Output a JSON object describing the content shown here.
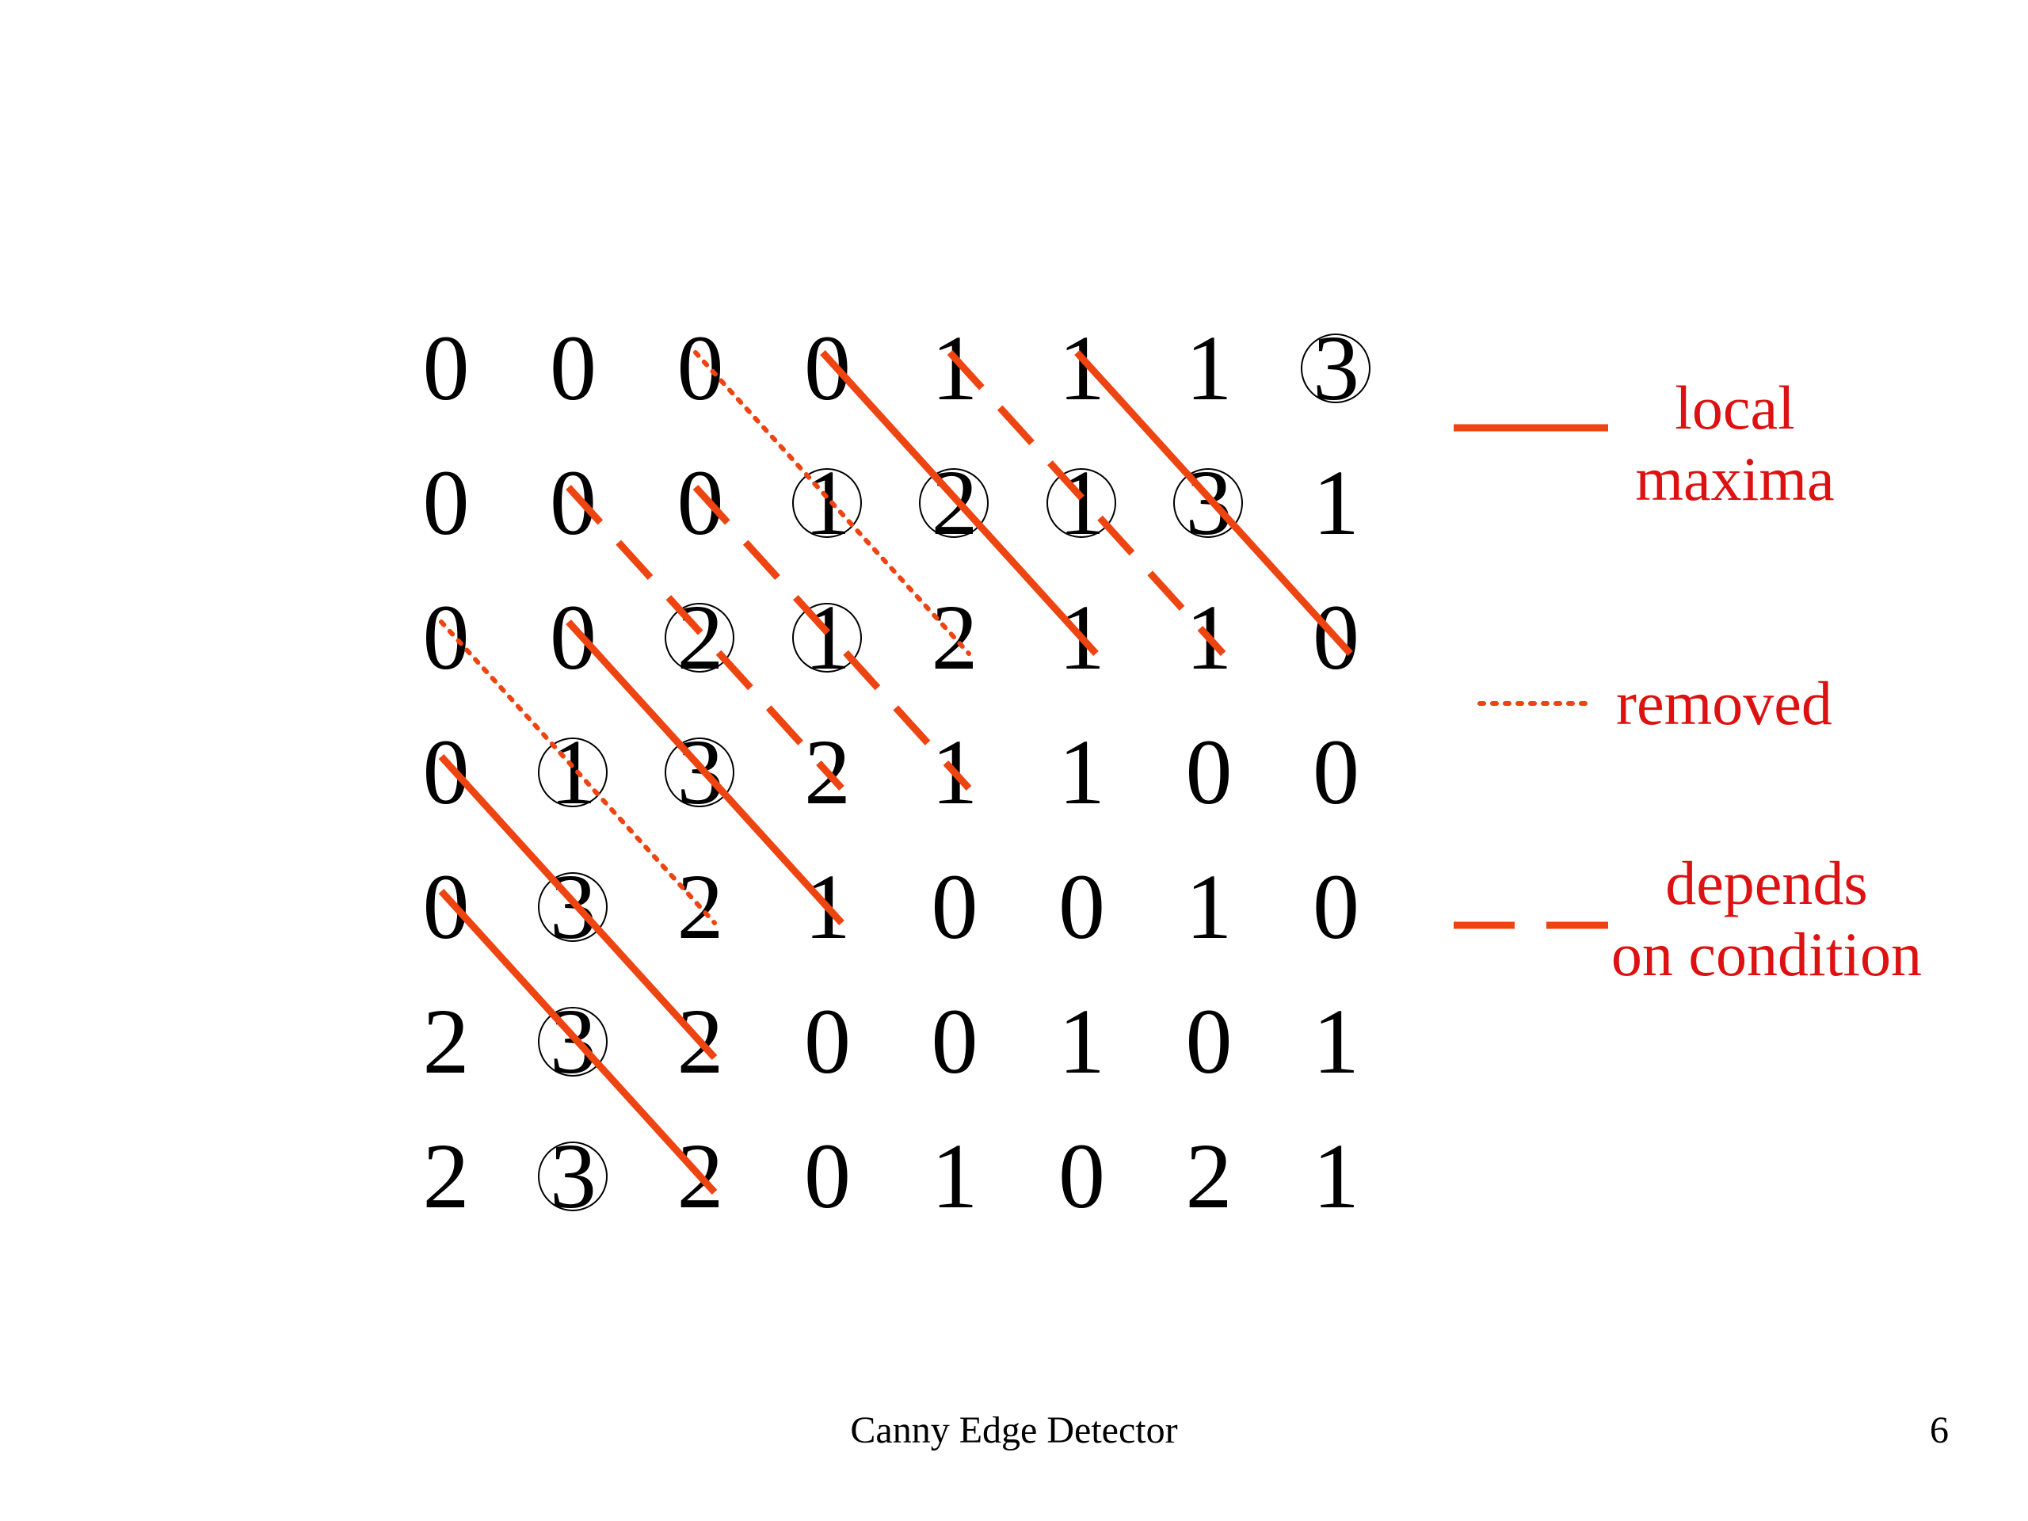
{
  "grid": {
    "rows": [
      [
        "0",
        "0",
        "0",
        "0",
        "1",
        "1",
        "1",
        "3"
      ],
      [
        "0",
        "0",
        "0",
        "1",
        "2",
        "1",
        "3",
        "1"
      ],
      [
        "0",
        "0",
        "2",
        "1",
        "2",
        "1",
        "1",
        "0"
      ],
      [
        "0",
        "1",
        "3",
        "2",
        "1",
        "1",
        "0",
        "0"
      ],
      [
        "0",
        "3",
        "2",
        "1",
        "0",
        "0",
        "1",
        "0"
      ],
      [
        "2",
        "3",
        "2",
        "0",
        "0",
        "1",
        "0",
        "1"
      ],
      [
        "2",
        "3",
        "2",
        "0",
        "1",
        "0",
        "2",
        "1"
      ]
    ],
    "circled": [
      [
        0,
        7
      ],
      [
        1,
        3
      ],
      [
        1,
        4
      ],
      [
        1,
        5
      ],
      [
        1,
        6
      ],
      [
        2,
        2
      ],
      [
        2,
        3
      ],
      [
        3,
        1
      ],
      [
        3,
        2
      ],
      [
        4,
        1
      ],
      [
        5,
        1
      ],
      [
        6,
        1
      ]
    ]
  },
  "edges": {
    "local_maxima": [
      {
        "from": [
          0,
          3
        ],
        "to": [
          2,
          5
        ]
      },
      {
        "from": [
          0,
          5
        ],
        "to": [
          2,
          7
        ]
      },
      {
        "from": [
          2,
          1
        ],
        "to": [
          4,
          3
        ]
      },
      {
        "from": [
          3,
          0
        ],
        "to": [
          5,
          2
        ]
      },
      {
        "from": [
          4,
          0
        ],
        "to": [
          6,
          2
        ]
      }
    ],
    "removed": [
      {
        "from": [
          0,
          2
        ],
        "to": [
          2,
          4
        ]
      },
      {
        "from": [
          2,
          0
        ],
        "to": [
          4,
          2
        ]
      }
    ],
    "depends_on_condition": [
      {
        "from": [
          0,
          4
        ],
        "to": [
          2,
          6
        ]
      },
      {
        "from": [
          1,
          1
        ],
        "to": [
          3,
          3
        ]
      },
      {
        "from": [
          1,
          2
        ],
        "to": [
          3,
          4
        ]
      }
    ]
  },
  "legend": {
    "local_maxima_label_1": "local",
    "local_maxima_label_2": "maxima",
    "removed_label": "removed",
    "depends_label_1": "depends",
    "depends_label_2": "on condition"
  },
  "colors": {
    "edge": "#ee4411",
    "legend_text": "#dd1111",
    "digits": "#000000"
  },
  "footer": {
    "title": "Canny Edge Detector",
    "page_number": "6"
  }
}
